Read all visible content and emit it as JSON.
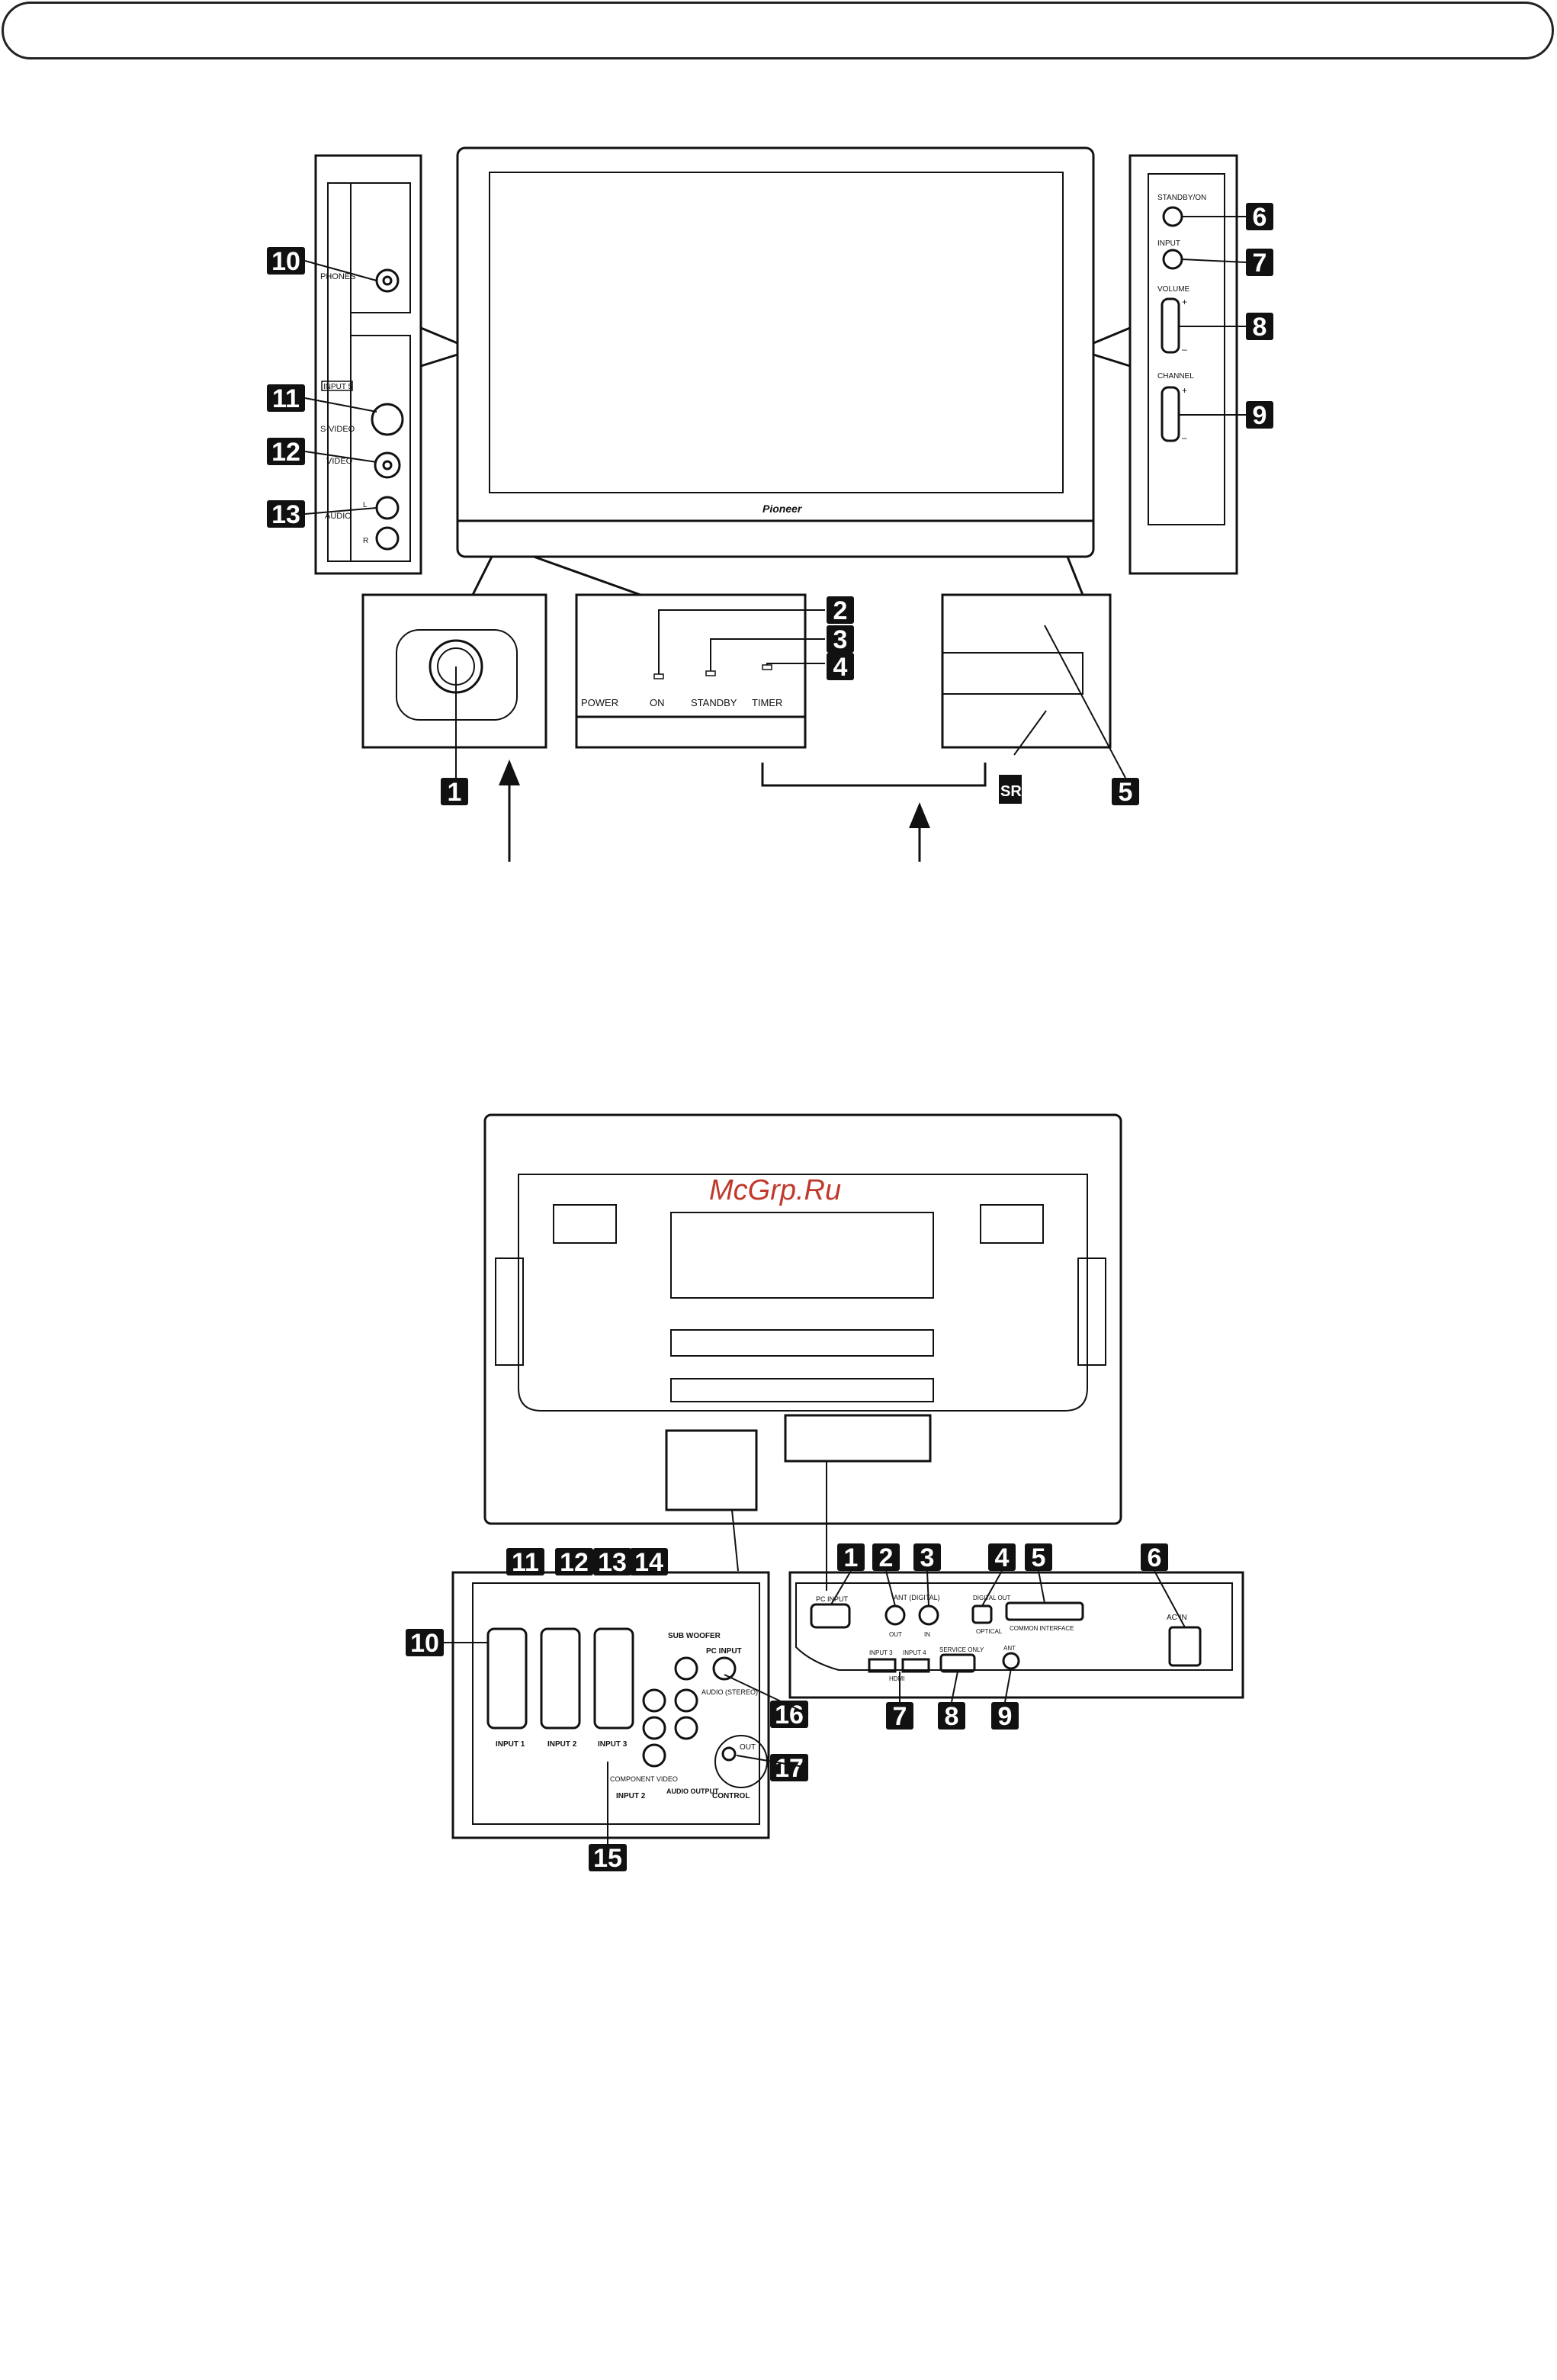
{
  "watermark": "McGrp.Ru",
  "front": {
    "brand": "Pioneer",
    "left_panel": {
      "phones": "PHONES",
      "input_tag": "INPUT 5",
      "svideo": "S-VIDEO",
      "video": "VIDEO",
      "audio": "AUDIO",
      "audio_l": "L",
      "audio_r": "R"
    },
    "right_panel": {
      "standby_on": "STANDBY/ON",
      "input": "INPUT",
      "volume": "VOLUME",
      "channel": "CHANNEL",
      "plus": "+",
      "minus": "–"
    },
    "indicators": {
      "power": "POWER",
      "on": "ON",
      "standby": "STANDBY",
      "timer": "TIMER"
    },
    "sr_label": "SR",
    "callouts": [
      "1",
      "2",
      "3",
      "4",
      "5",
      "6",
      "7",
      "8",
      "9",
      "10",
      "11",
      "12",
      "13"
    ]
  },
  "rear": {
    "left_panel": {
      "input1": "INPUT 1",
      "input2": "INPUT 2",
      "input3": "INPUT 3",
      "sub_woofer": "SUB WOOFER",
      "pc_input": "PC INPUT",
      "audio_stereo": "AUDIO (STEREO)",
      "component_video": "COMPONENT VIDEO",
      "input2_bottom": "INPUT 2",
      "audio_output": "AUDIO OUTPUT",
      "control": "CONTROL",
      "out": "OUT"
    },
    "right_panel": {
      "pc_input": "PC INPUT",
      "ant_digital": "ANT (DIGITAL)",
      "out": "OUT",
      "in": "IN",
      "digital_out": "DIGITAL OUT",
      "optical": "OPTICAL",
      "common_interface": "COMMON INTERFACE",
      "ac_in": "AC IN",
      "input3": "INPUT 3",
      "input4": "INPUT 4",
      "hdmi": "HDMI",
      "service_only": "SERVICE ONLY",
      "ant": "ANT"
    },
    "callouts_left": [
      "10",
      "11",
      "12",
      "13",
      "14",
      "15",
      "16",
      "17"
    ],
    "callouts_right": [
      "1",
      "2",
      "3",
      "4",
      "5",
      "6",
      "7",
      "8",
      "9"
    ]
  }
}
